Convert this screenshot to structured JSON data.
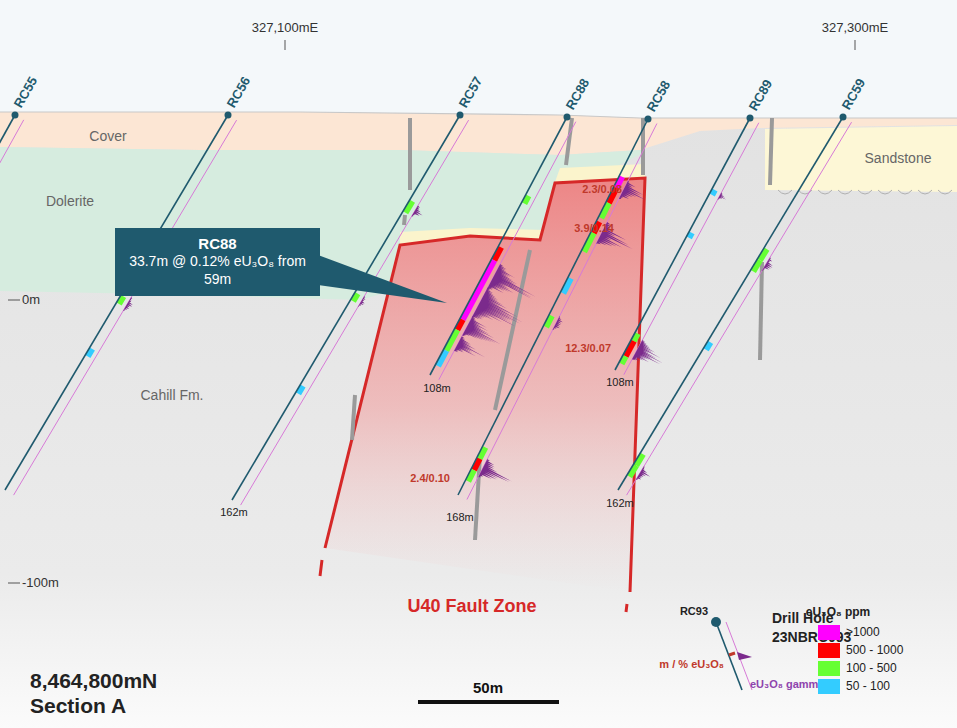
{
  "diagram": {
    "nodes": [
      {
        "text": [
          "RC88",
          "33.7m @ 0.12% eU₃O₈ from 59m"
        ]
      }
    ],
    "labels": [
      "327,100mE",
      "327,300mE",
      "RC55",
      "RC56",
      "RC57",
      "RC88",
      "RC58",
      "RC89",
      "RC59",
      "Cover",
      "Dolerite",
      "Sandstone",
      "0m",
      "Cahill Fm.",
      "2.3/0.08",
      "3.9/0.14",
      "12.3/0.07",
      "2.4/0.10",
      "108m",
      "162m",
      "168m",
      "108m",
      "162m",
      "-100m",
      "U40 Fault Zone",
      "RC93",
      "Drill Hole",
      "23NBRC093",
      "m / % eU₃O₈",
      "eU₃O₈ gamma",
      "eU₃O₈ ppm",
      "8,464,800mN",
      "Section A",
      "50m"
    ],
    "legend": [
      {
        "text": ">1000",
        "color": "#ff00ff"
      },
      {
        "text": "500 - 1000",
        "color": "#ff0000"
      },
      {
        "text": "100 - 500",
        "color": "#66ff33"
      },
      {
        "text": "50 - 100",
        "color": "#33ccff"
      }
    ]
  }
}
